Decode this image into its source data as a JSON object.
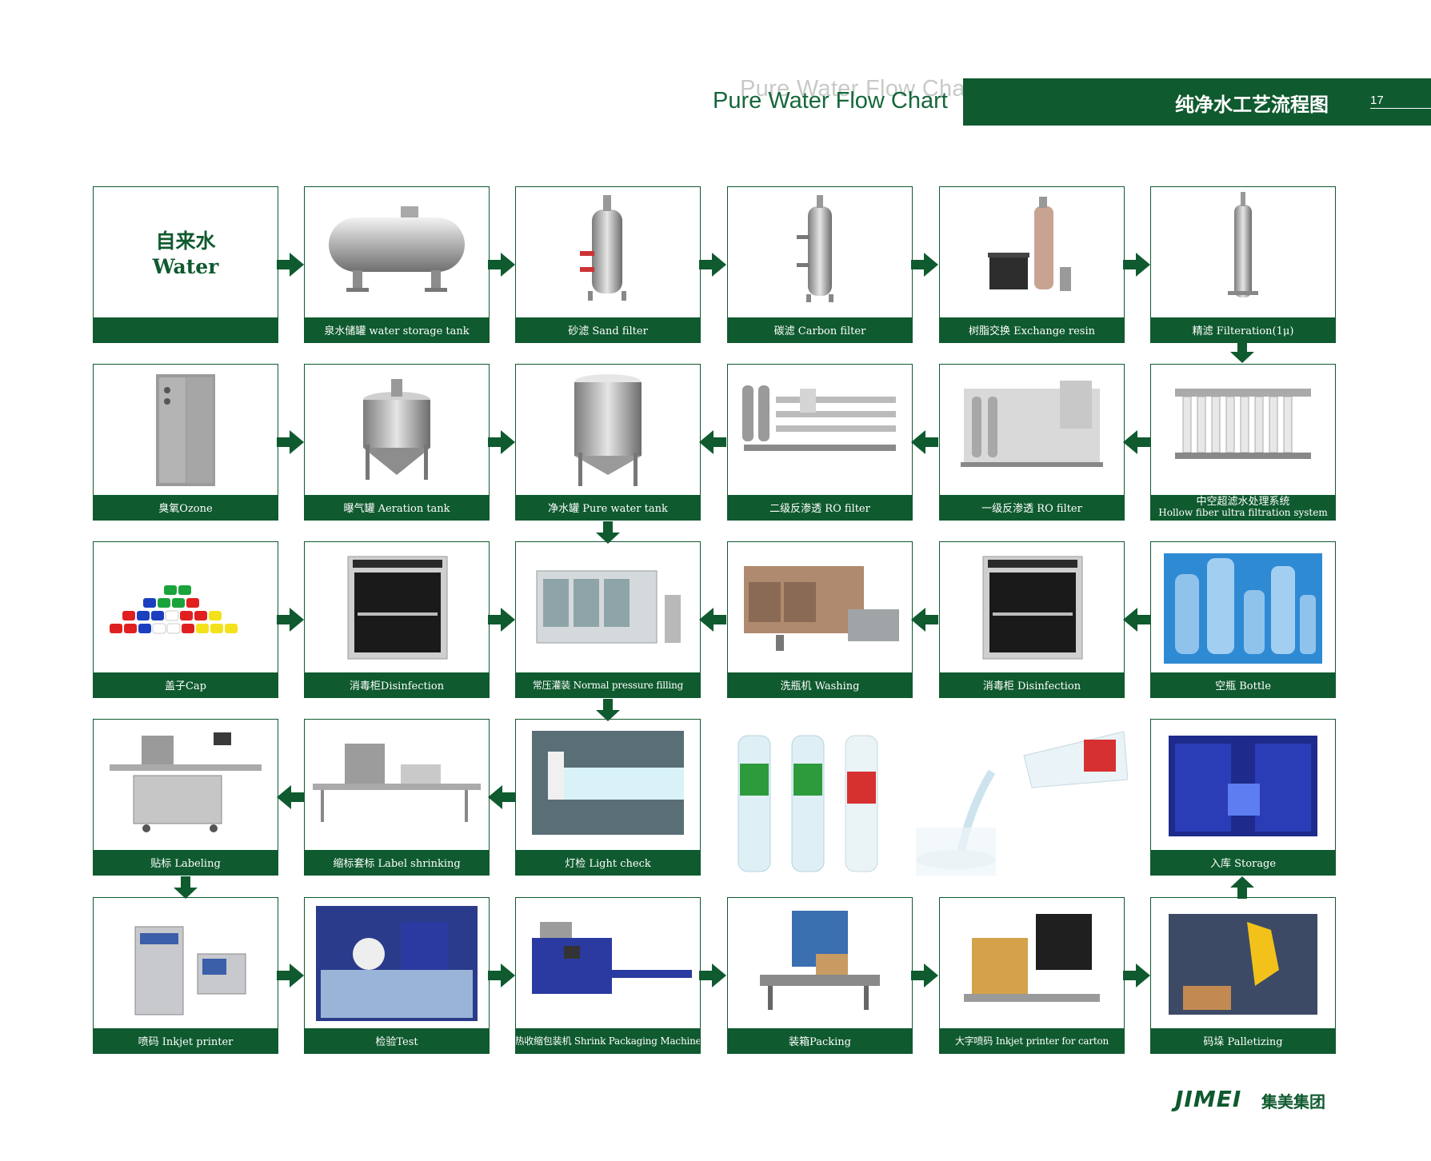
{
  "header": {
    "title_en_ghost": "Pure Water  Flow Chart",
    "title_en": "Pure Water  Flow Chart",
    "title_cn": "纯净水工艺流程图",
    "page_number": "17"
  },
  "start": {
    "cn": "自来水",
    "en": "Water"
  },
  "rows": [
    [
      "泉水储罐  water storage tank",
      "砂滤  Sand filter",
      "碳滤  Carbon filter",
      "树脂交换 Exchange resin",
      "精滤  Filteration(1μ)"
    ],
    [
      "臭氧Ozone",
      "曝气罐 Aeration tank",
      "净水罐  Pure water tank",
      "二级反渗透  RO filter",
      "一级反渗透  RO filter"
    ],
    [
      "盖子Cap",
      "消毒柜Disinfection",
      "常压灌装 Normal pressure filling",
      "洗瓶机  Washing",
      "消毒柜 Disinfection",
      "空瓶  Bottle"
    ],
    [
      "贴标  Labeling",
      "缩标套标 Label shrinking",
      "灯检  Light check",
      "入库 Storage"
    ],
    [
      "喷码  Inkjet printer",
      "检验Test",
      "热收缩包装机 Shrink Packaging Machine",
      "装箱Packing",
      "大字喷码 Inkjet printer for carton",
      "码垛 Palletizing"
    ]
  ],
  "hollow_fiber": {
    "cn": "中空超滤水处理系统",
    "en": "Hollow  fiber ultra filtration system"
  },
  "logo": {
    "en": "JIMEI",
    "cn": "集美集团"
  },
  "colors": {
    "brand_green": "#0f5a2f"
  }
}
